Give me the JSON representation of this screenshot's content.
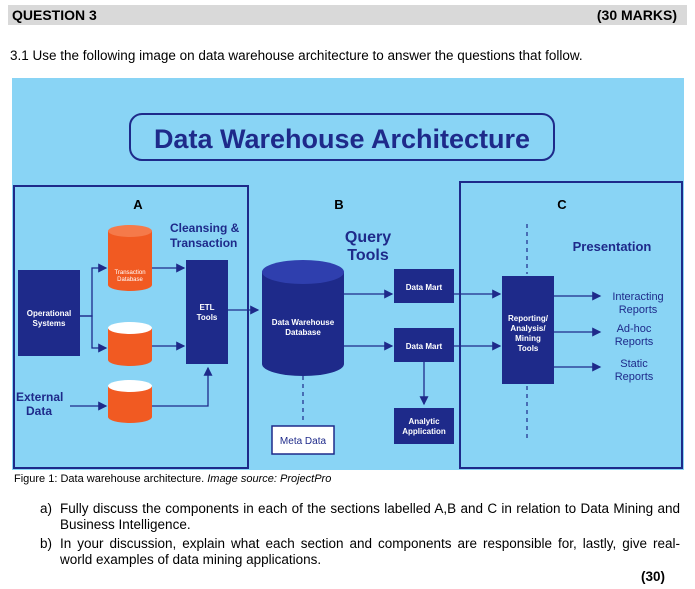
{
  "header": {
    "question": "QUESTION 3",
    "marks": "(30 MARKS)"
  },
  "intro": "3.1 Use the following image on data warehouse architecture to answer the questions that follow.",
  "diagram": {
    "title": "Data Warehouse Architecture",
    "section_a": "A",
    "section_b": "B",
    "section_c": "C",
    "cleansing_line1": "Cleansing &",
    "cleansing_line2": "Transaction",
    "query_line1": "Query",
    "query_line2": "Tools",
    "presentation": "Presentation",
    "transaction_db_line1": "Transaction",
    "transaction_db_line2": "Database",
    "operational_line1": "Operational",
    "operational_line2": "Systems",
    "external_line1": "External",
    "external_line2": "Data",
    "etl_line1": "ETL",
    "etl_line2": "Tools",
    "dw_line1": "Data Warehouse",
    "dw_line2": "Database",
    "data_mart_1": "Data Mart",
    "data_mart_2": "Data Mart",
    "meta_data": "Meta Data",
    "analytic_line1": "Analytic",
    "analytic_line2": "Application",
    "reporting_line1": "Reporting/",
    "reporting_line2": "Analysis/",
    "reporting_line3": "Mining",
    "reporting_line4": "Tools",
    "interacting_line1": "Interacting",
    "interacting_line2": "Reports",
    "adhoc_line1": "Ad-hoc",
    "adhoc_line2": "Reports",
    "static_line1": "Static",
    "static_line2": "Reports"
  },
  "caption": {
    "prefix": "Figure 1: Data warehouse architecture.",
    "source": "Image source: ProjectPro"
  },
  "questions": [
    {
      "label": "a)",
      "text": "Fully discuss the components in each of the sections labelled A,B and C in relation to Data Mining and Business Intelligence."
    },
    {
      "label": "b)",
      "text": "In your discussion, explain what each section and components are responsible for, lastly, give real-world examples of data mining applications."
    }
  ],
  "total_marks": "(30)",
  "colors": {
    "background": "#89d4f5",
    "navy": "#1e2a8a",
    "orange": "#f15a22",
    "header_bar": "#d9d9d9"
  }
}
